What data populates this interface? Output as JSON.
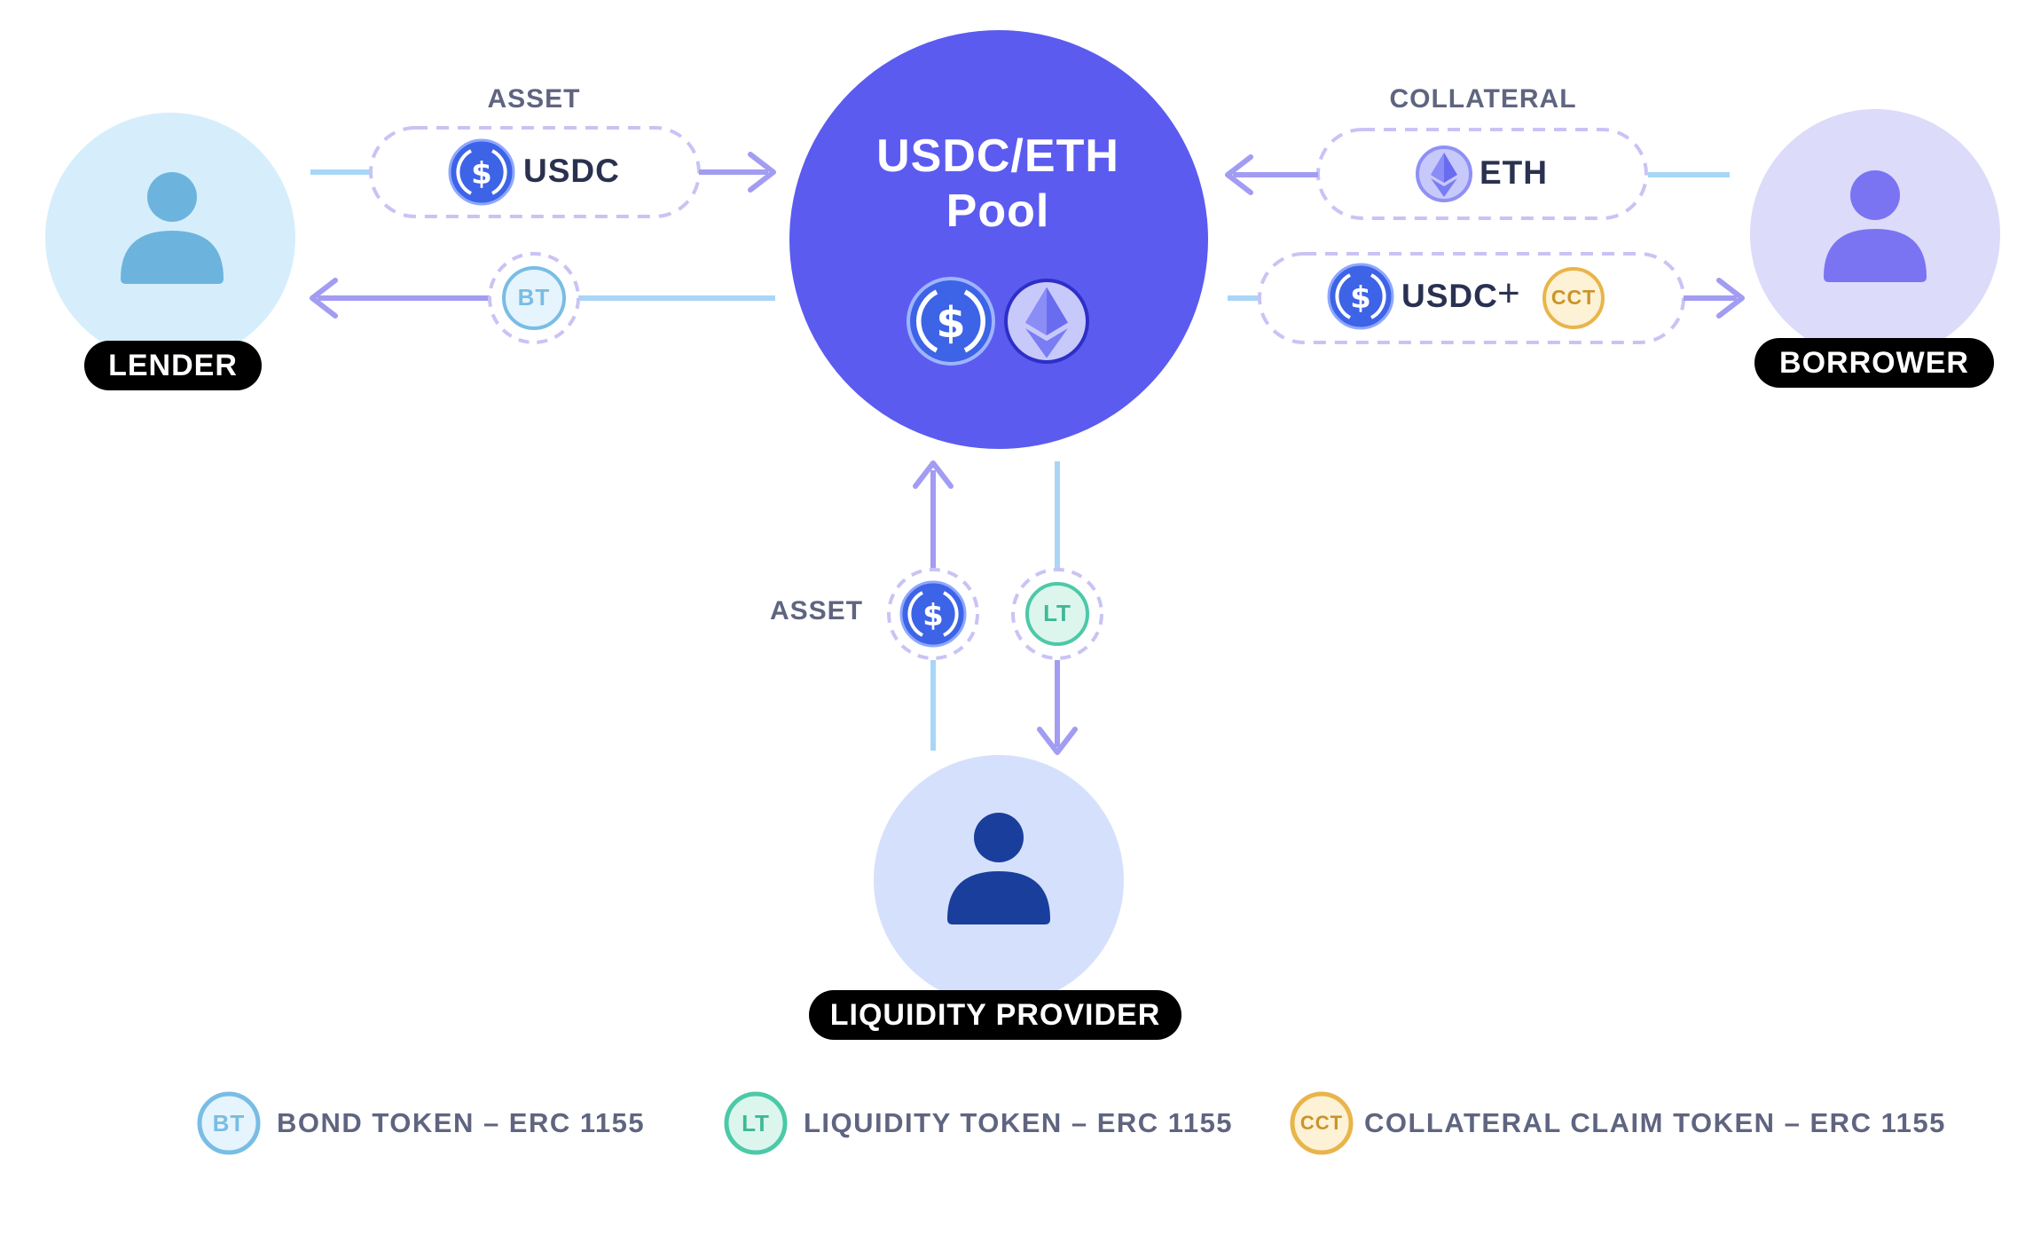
{
  "pool": {
    "line1": "USDC/ETH",
    "line2": "Pool"
  },
  "actors": {
    "lender": "LENDER",
    "borrower": "BORROWER",
    "liquidity_provider": "LIQUIDITY PROVIDER"
  },
  "flows": {
    "lender_asset_label": "ASSET",
    "lender_asset_token": "USDC",
    "lender_return_token": "BT",
    "borrower_collateral_label": "COLLATERAL",
    "borrower_collateral_token": "ETH",
    "borrower_receive_token": "USDC",
    "borrower_receive_plus": "+",
    "borrower_receive_claim": "CCT",
    "lp_asset_label": "ASSET",
    "lp_return_token": "LT"
  },
  "legend": [
    {
      "abbr": "BT",
      "text": "BOND TOKEN – ERC 1155"
    },
    {
      "abbr": "LT",
      "text": "LIQUIDITY TOKEN – ERC 1155"
    },
    {
      "abbr": "CCT",
      "text": "COLLATERAL CLAIM TOKEN – ERC 1155"
    }
  ],
  "colors": {
    "pool": "#5b5bf0",
    "lender_circle": "#d6eefb",
    "lender_icon": "#6cb4dd",
    "borrower_circle": "#dcdbfa",
    "borrower_icon": "#7a74f2",
    "lp_circle": "#d5e1fc",
    "lp_icon": "#1a3e9c",
    "arrow_purple": "#a29cf2",
    "line_blue": "#a8d6f7",
    "dash": "#c9c3f5",
    "bt": "#78bde4",
    "lt": "#4cc9a7",
    "cct": "#e8b54a"
  },
  "icons": [
    "user-icon",
    "usdc-coin-icon",
    "eth-coin-icon",
    "arrow-icon"
  ]
}
